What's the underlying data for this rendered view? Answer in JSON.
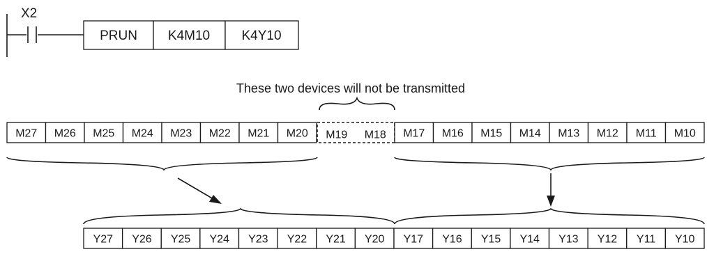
{
  "ladder": {
    "contact": "X2",
    "instruction": "PRUN",
    "source": "K4M10",
    "destination": "K4Y10"
  },
  "note": "These two devices will not be transmitted",
  "m_row_left": [
    "M27",
    "M26",
    "M25",
    "M24",
    "M23",
    "M22",
    "M21",
    "M20"
  ],
  "m_row_skipped": [
    "M19",
    "M18"
  ],
  "m_row_right": [
    "M17",
    "M16",
    "M15",
    "M14",
    "M13",
    "M12",
    "M11",
    "M10"
  ],
  "y_row": [
    "Y27",
    "Y26",
    "Y25",
    "Y24",
    "Y23",
    "Y22",
    "Y21",
    "Y20",
    "Y17",
    "Y16",
    "Y15",
    "Y14",
    "Y13",
    "Y12",
    "Y11",
    "Y10"
  ]
}
